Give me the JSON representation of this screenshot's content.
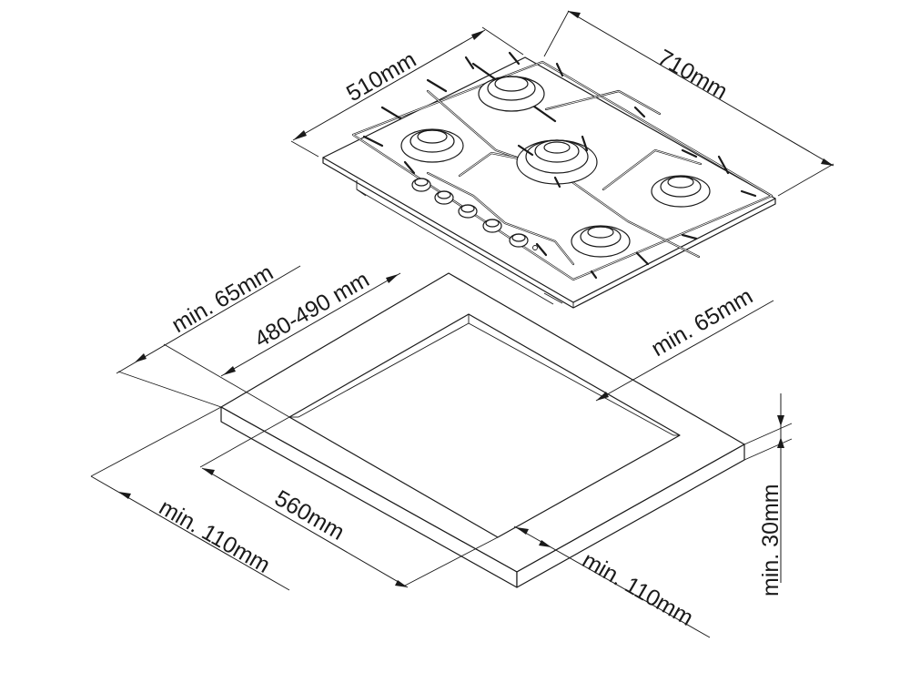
{
  "labels": {
    "hob_depth": "510mm",
    "hob_width": "710mm",
    "margin_back": "min. 65mm",
    "cutout_depth": "480-490 mm",
    "margin_side_right": "min. 65mm",
    "cutout_width": "560mm",
    "margin_front": "min. 110mm",
    "margin_side_front_right": "min. 110mm",
    "worktop_thickness": "min. 30mm"
  },
  "hob": {
    "burner_count": 5,
    "knob_count": 5
  }
}
